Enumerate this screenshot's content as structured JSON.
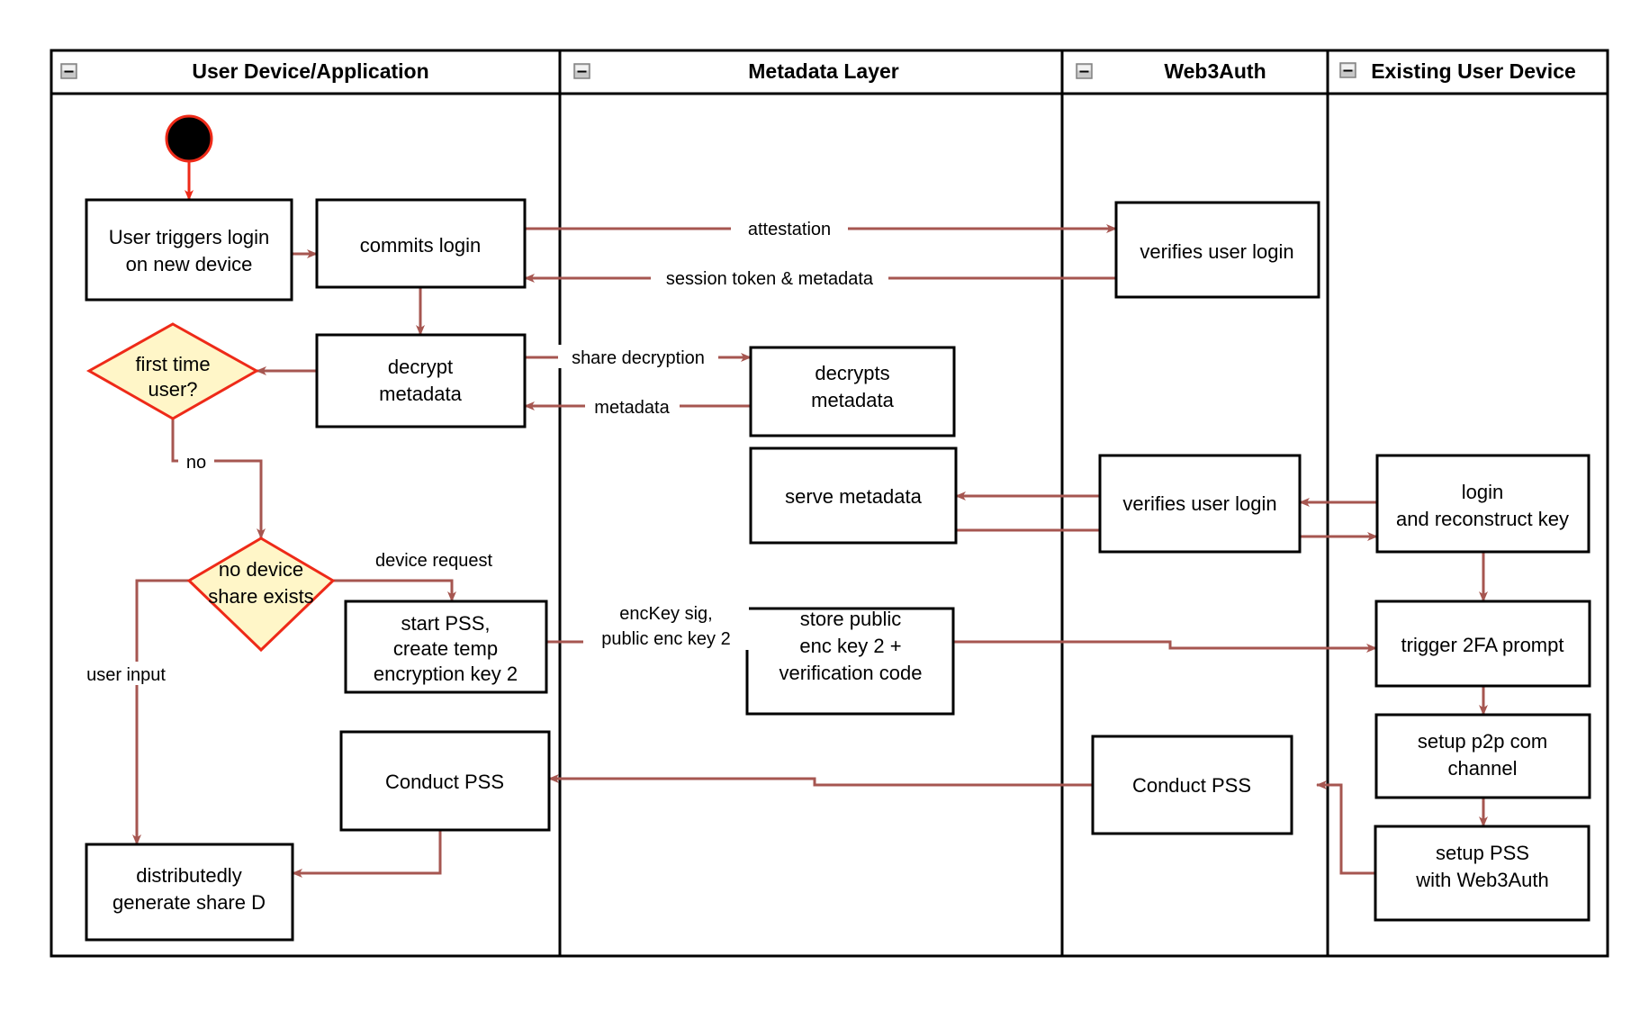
{
  "diagram": {
    "type": "swimlane-activity-diagram",
    "arrow_color": "#a65650",
    "decision_fill": "#fff6c8",
    "decision_stroke": "#ee2a18",
    "start_node_fill": "#000000",
    "start_node_stroke": "#ee2a18",
    "lanes": [
      {
        "id": "lane-user-device",
        "title": "User Device/Application",
        "collapse_icon": "collapse-minus-icon"
      },
      {
        "id": "lane-metadata",
        "title": "Metadata Layer",
        "collapse_icon": "collapse-minus-icon"
      },
      {
        "id": "lane-web3auth",
        "title": "Web3Auth",
        "collapse_icon": "collapse-minus-icon"
      },
      {
        "id": "lane-existing-device",
        "title": "Existing User Device",
        "collapse_icon": "collapse-minus-icon"
      }
    ],
    "nodes": {
      "start": {
        "label": "",
        "shape": "start-circle"
      },
      "user_triggers_login": {
        "line1": "User triggers login",
        "line2": "on new device"
      },
      "commits_login": {
        "line1": "commits login"
      },
      "decrypt_metadata": {
        "line1": "decrypt",
        "line2": "metadata"
      },
      "first_time_user": {
        "line1": "first time",
        "line2": "user?"
      },
      "no_device_share": {
        "line1": "no device",
        "line2": "share exists"
      },
      "start_pss": {
        "line1": "start PSS,",
        "line2": "create temp",
        "line3": "encryption key 2"
      },
      "conduct_pss_left": {
        "line1": "Conduct PSS"
      },
      "distributedly_generate": {
        "line1": "distributedly",
        "line2": "generate share D"
      },
      "decrypts_metadata": {
        "line1": "decrypts",
        "line2": "metadata"
      },
      "serve_metadata": {
        "line1": "serve metadata"
      },
      "store_public": {
        "line1": "store public",
        "line2": "enc key 2 +",
        "line3": "verification code"
      },
      "verifies_user_login_1": {
        "line1": "verifies user login"
      },
      "verifies_user_login_2": {
        "line1": "verifies user login"
      },
      "conduct_pss_right": {
        "line1": "Conduct PSS"
      },
      "login_reconstruct": {
        "line1": "login",
        "line2": "and reconstruct key"
      },
      "trigger_2fa": {
        "line1": "trigger 2FA prompt"
      },
      "setup_p2p": {
        "line1": "setup p2p com",
        "line2": "channel"
      },
      "setup_pss_web3auth": {
        "line1": "setup PSS",
        "line2": "with Web3Auth"
      }
    },
    "edge_labels": {
      "attestation": "attestation",
      "session_token": "session token & metadata",
      "share_decryption": "share decryption",
      "metadata": "metadata",
      "no": "no",
      "device_request": "device request",
      "user_input": "user input",
      "enckey_sig_1": "encKey sig,",
      "enckey_sig_2": "public enc key 2"
    }
  }
}
